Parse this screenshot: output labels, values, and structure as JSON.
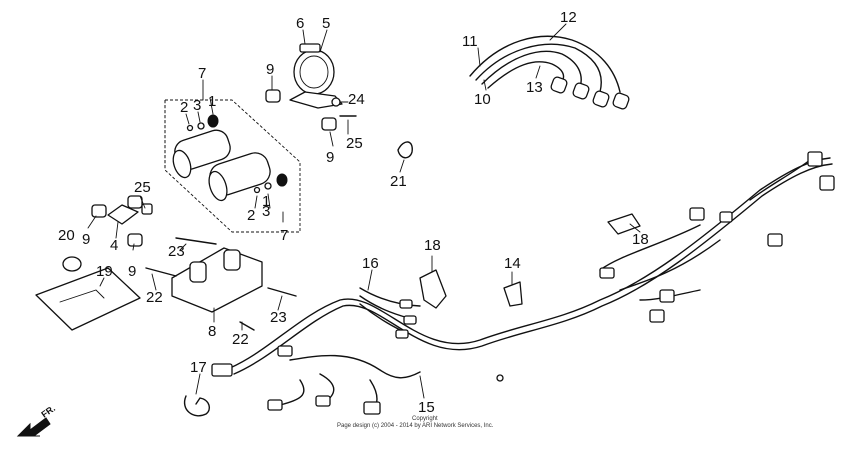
{
  "callouts": {
    "n1a": "1",
    "n1b": "1",
    "n2a": "2",
    "n2b": "2",
    "n3a": "3",
    "n3b": "3",
    "n4": "4",
    "n5": "5",
    "n6": "6",
    "n7a": "7",
    "n7b": "7",
    "n8": "8",
    "n9a": "9",
    "n9b": "9",
    "n9c": "9",
    "n9d": "9",
    "n10": "10",
    "n11": "11",
    "n12": "12",
    "n13": "13",
    "n14": "14",
    "n15": "15",
    "n16": "16",
    "n17": "17",
    "n18a": "18",
    "n18b": "18",
    "n19": "19",
    "n20": "20",
    "n21": "21",
    "n22a": "22",
    "n22b": "22",
    "n23a": "23",
    "n23b": "23",
    "n24": "24",
    "n25a": "25",
    "n25b": "25"
  },
  "direction_label": "FR.",
  "copyright_line1": "Copyright",
  "copyright_line2": "Page design (c) 2004 - 2014 by ARI Network Services, Inc."
}
